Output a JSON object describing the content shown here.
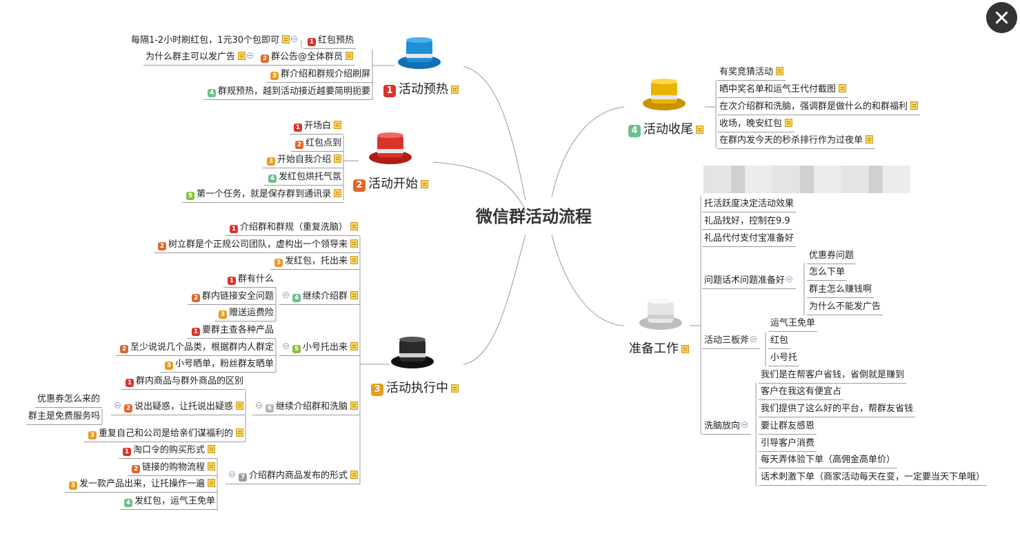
{
  "title": "微信群活动流程",
  "close_icon": "close-icon",
  "colors": {
    "badge1": "#d9342b",
    "badge2": "#e0662b",
    "badge3": "#e89b1f",
    "badge4": "#6cc08c",
    "line": "#9a9a9a"
  },
  "branches": {
    "warmup": {
      "label": "活动预热",
      "num": "1",
      "hat": "blue-hat-icon",
      "color": "#1e8fd6",
      "items": [
        "每隔1-2小时刷红包，1元30个包即可",
        "红包预热",
        "为什么群主可以发广告",
        "群公告@全体群员",
        "群介绍和群规介绍刷屏",
        "群规预热，越到活动接近越要简明扼要"
      ]
    },
    "start": {
      "label": "活动开始",
      "num": "2",
      "hat": "red-hat-icon",
      "color": "#d9342b",
      "items": [
        "开场白",
        "红包点到",
        "开始自我介绍",
        "发红包烘托气氛",
        "第一个任务，就是保存群到通讯录"
      ]
    },
    "exec": {
      "label": "活动执行中",
      "num": "3",
      "hat": "black-hat-icon",
      "color": "#222222",
      "items": [
        "介绍群和群规（重复洗脑）",
        "树立群是个正规公司团队，虚构出一个领导来",
        "发红包，托出来",
        "群有什么",
        "群内链接安全问题",
        "赠送运费险",
        "继续介绍群",
        "要群主查各种产品",
        "至少说说几个品类，根据群内人群定",
        "小号晒单，粉丝群友晒单",
        "小号托出来",
        "群内商品与群外商品的区别",
        "优惠券怎么来的",
        "群主是免费服务吗",
        "说出疑惑，让托说出疑惑",
        "重复自己和公司是给亲们谋福利的",
        "继续介绍群和洗脑",
        "淘口令的购买形式",
        "链接的购物流程",
        "发一款产品出来，让托操作一遍",
        "发红包，运气王免单",
        "介绍群内商品发布的形式"
      ]
    },
    "close": {
      "label": "活动收尾",
      "num": "4",
      "hat": "yellow-hat-icon",
      "color": "#e8b400",
      "items": [
        "有奖竞猜活动",
        "晒中奖名单和运气王代付截图",
        "在次介绍群和洗脑，强调群是做什么的和群福利",
        "收场，晚安红包",
        "在群内发今天的秒杀排行作为过夜单"
      ]
    },
    "prep": {
      "label": "准备工作",
      "hat": "white-hat-icon",
      "color": "#d8d8d8",
      "items": [
        "托活跃度决定活动效果",
        "礼品找好，控制在9.9",
        "礼品代付支付宝准备好",
        "问题话术问题准备好",
        "优惠券问题",
        "怎么下单",
        "群主怎么赚钱啊",
        "为什么不能发广告",
        "活动三板斧",
        "运气王免单",
        "红包",
        "小号托",
        "洗脑放向",
        "我们是在帮客户省钱，省倒就是赚到",
        "客户在我这有便宜占",
        "我们提供了这么好的平台，帮群友省钱",
        "要让群友感恩",
        "引导客户消费",
        "每天弄体验下单（高佣金高单价）",
        "话术刺激下单（商家活动每天在变，一定要当天下单哦）"
      ]
    }
  }
}
